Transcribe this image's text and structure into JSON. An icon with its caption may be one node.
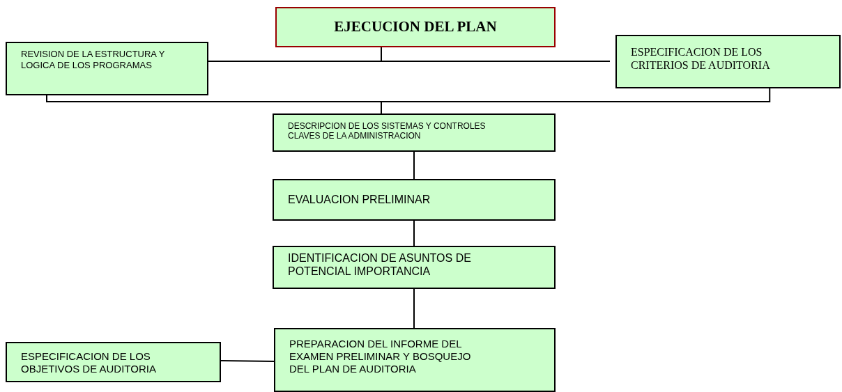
{
  "diagram": {
    "nodes": [
      {
        "text": [
          "EJECUCION DEL PLAN"
        ]
      },
      {
        "text": [
          "REVISION DE LA ESTRUCTURA Y LOGICA DE LOS PROGRAMAS"
        ]
      },
      {
        "text": [
          "ESPECIFICACION DE LOS CRITERIOS DE AUDITORIA"
        ]
      },
      {
        "text": [
          "DESCRIPCION DE LOS SISTEMAS Y CONTROLES CLAVES DE LA ADMINISTRACION"
        ]
      },
      {
        "text": [
          "EVALUACION PRELIMINAR"
        ]
      },
      {
        "text": [
          "IDENTIFICACION DE ASUNTOS DE POTENCIAL IMPORTANCIA"
        ]
      },
      {
        "text": [
          "PREPARACION DEL INFORME DEL EXAMEN PRELIMINAR Y BOSQUEJO DEL PLAN DE AUDITORIA"
        ]
      },
      {
        "text": [
          "ESPECIFICACION DE LOS OBJETIVOS DE AUDITORIA"
        ]
      }
    ],
    "edges": [
      {
        "from": 0,
        "to": 1,
        "arrow": "none"
      },
      {
        "from": 0,
        "to": 2,
        "arrow": "none"
      },
      {
        "from": 1,
        "to": 3,
        "arrow": "none"
      },
      {
        "from": 2,
        "to": 3,
        "arrow": "none"
      },
      {
        "from": 3,
        "to": 4,
        "arrow": "none"
      },
      {
        "from": 4,
        "to": 5,
        "arrow": "none"
      },
      {
        "from": 5,
        "to": 6,
        "arrow": "none"
      },
      {
        "from": 7,
        "to": 6,
        "arrow": "none"
      }
    ]
  }
}
